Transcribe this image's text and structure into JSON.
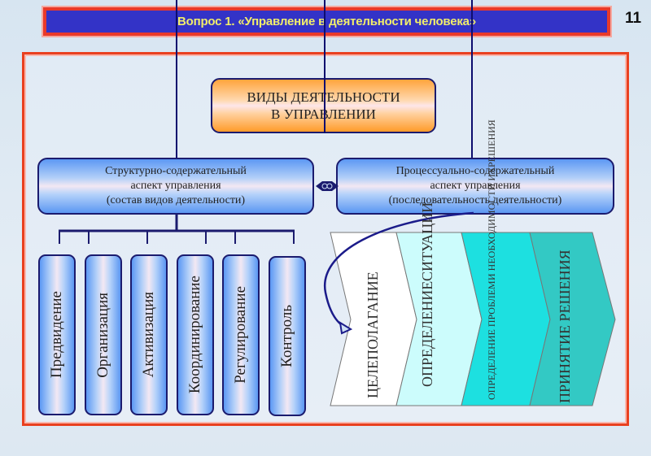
{
  "slide": {
    "title": "Вопрос 1. «Управление в деятельности человека»",
    "number": "11"
  },
  "colors": {
    "title_bg": "#3333c7",
    "title_text": "#f2ee6a",
    "frame_border": "#e9401f",
    "node_border": "#1b1b6e",
    "orange": "#ffa43c",
    "blue": "#5c98f4",
    "stage_1": "#ffffff",
    "stage_2": "#ccfcfc",
    "stage_3": "#1de0e0",
    "stage_4": "#33c9c4"
  },
  "root": {
    "line1": "ВИДЫ ДЕЯТЕЛЬНОСТИ",
    "line2": "В УПРАВЛЕНИИ"
  },
  "aspects": {
    "structural": {
      "line1": "Структурно-содержательный",
      "line2": "аспект управления",
      "line3": "(состав видов деятельности)"
    },
    "process": {
      "line1": "Процессуально-содержательный",
      "line2": "аспект управления",
      "line3": "(последовательность деятельности)"
    }
  },
  "activities": [
    "Предвидение",
    "Организация",
    "Активизация",
    "Координирование",
    "Регулирование",
    "Контроль"
  ],
  "stages": [
    {
      "lines": [
        "ЦЕЛЕПОЛАГАНИЕ"
      ]
    },
    {
      "lines": [
        "ОПРЕДЕЛЕНИЕ",
        "СИТУАЦИИ"
      ]
    },
    {
      "lines": [
        "ОПРЕДЕЛЕНИЕ ПРОБЛЕМ",
        "И НЕОБХОДИМОСТИ ИХ",
        "РЕШЕНИЯ"
      ]
    },
    {
      "lines": [
        "ПРИНЯТИЕ РЕШЕНИЯ"
      ]
    }
  ]
}
